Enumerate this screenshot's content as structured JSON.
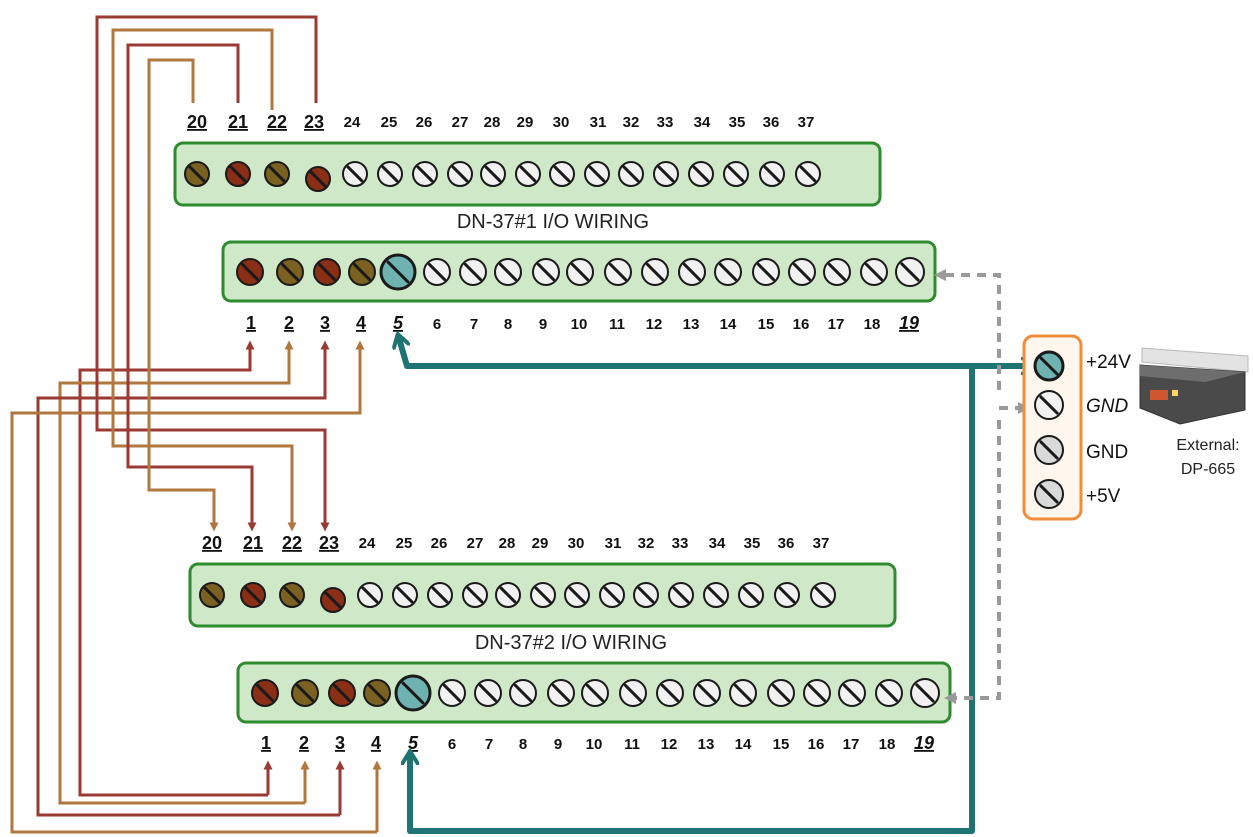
{
  "boards": [
    {
      "title": "DN-37#1 I/O WIRING",
      "top_row": [
        "20",
        "21",
        "22",
        "23",
        "24",
        "25",
        "26",
        "27",
        "28",
        "29",
        "30",
        "31",
        "32",
        "33",
        "34",
        "35",
        "36",
        "37"
      ],
      "bottom_row": [
        "1",
        "2",
        "3",
        "4",
        "5",
        "6",
        "7",
        "8",
        "9",
        "10",
        "11",
        "12",
        "13",
        "14",
        "15",
        "16",
        "17",
        "18",
        "19"
      ]
    },
    {
      "title": "DN-37#2 I/O WIRING",
      "top_row": [
        "20",
        "21",
        "22",
        "23",
        "24",
        "25",
        "26",
        "27",
        "28",
        "29",
        "30",
        "31",
        "32",
        "33",
        "34",
        "35",
        "36",
        "37"
      ],
      "bottom_row": [
        "1",
        "2",
        "3",
        "4",
        "5",
        "6",
        "7",
        "8",
        "9",
        "10",
        "11",
        "12",
        "13",
        "14",
        "15",
        "16",
        "17",
        "18",
        "19"
      ]
    }
  ],
  "power_block": {
    "labels": [
      "+24V",
      "GND",
      "GND",
      "+5V"
    ]
  },
  "external": {
    "line1": "External:",
    "line2": "DP-665"
  },
  "colors": {
    "board_fill": "#cfe8c8",
    "board_border": "#2e8b2e",
    "wire_red": "#9b3a33",
    "wire_tan": "#b0773f",
    "wire_teal": "#1e7373",
    "wire_gray": "#9a9a9a",
    "power_border": "#f08c3a",
    "term_red": "#8a2e15",
    "term_olive": "#7b6121",
    "term_teal": "#6fb2b2",
    "term_white": "#f1f1f1"
  }
}
